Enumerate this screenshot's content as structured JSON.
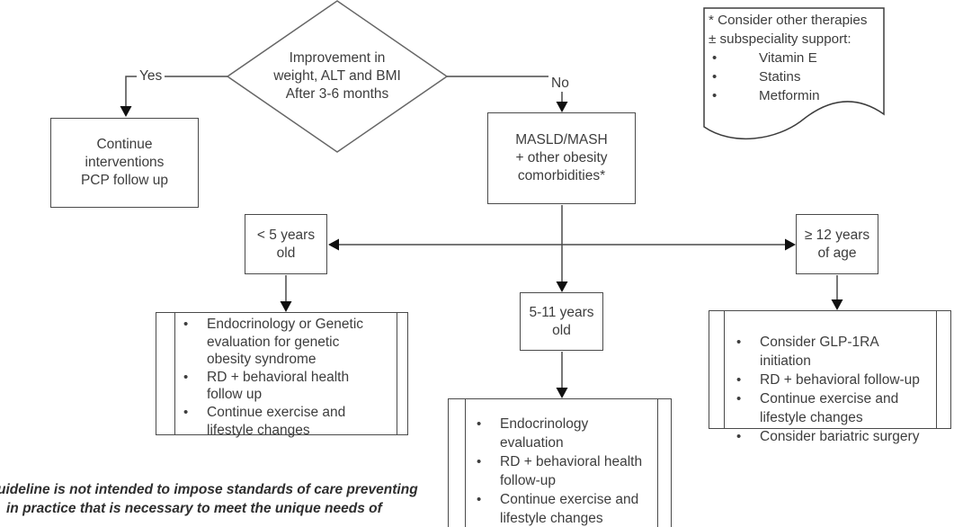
{
  "diamond": {
    "lines": [
      "Improvement in",
      "weight, ALT and BMI",
      "After 3-6 months"
    ]
  },
  "labels": {
    "yes": "Yes",
    "no": "No"
  },
  "boxes": {
    "continue": {
      "lines": [
        "Continue",
        "interventions",
        "PCP follow up"
      ]
    },
    "masld": {
      "lines": [
        "MASLD/MASH",
        "+ other obesity",
        "comorbidities*"
      ]
    },
    "under5": {
      "lines": [
        "< 5 years",
        "old"
      ]
    },
    "age5to11": {
      "lines": [
        "5-11 years",
        "old"
      ]
    },
    "over12": {
      "lines": [
        "≥ 12 years",
        "of age"
      ]
    }
  },
  "note": {
    "header_lines": [
      "* Consider other therapies",
      "± subspeciality support:"
    ],
    "bullets": [
      "Vitamin E",
      "Statins",
      "Metformin"
    ]
  },
  "lists": {
    "under5_plan": {
      "items": [
        "Endocrinology or Genetic\nevaluation for genetic\nobesity syndrome",
        "RD + behavioral health\nfollow up",
        "Continue exercise and\nlifestyle changes"
      ]
    },
    "age5to11_plan": {
      "items": [
        "Endocrinology\nevaluation",
        "RD + behavioral health\nfollow-up",
        "Continue exercise and\nlifestyle changes"
      ]
    },
    "over12_plan": {
      "items": [
        "Consider GLP-1RA  initiation",
        "RD + behavioral follow-up",
        "Continue exercise and\nlifestyle changes",
        "Consider bariatric surgery"
      ]
    }
  },
  "footer": {
    "lines": [
      "uideline is not intended to impose standards of care preventing",
      "in practice that is necessary to meet the unique needs of"
    ]
  },
  "colors": {
    "line": "#4a4a4a",
    "diamond_line": "#666666",
    "arrow": "#101010",
    "text": "#3d3d3d"
  }
}
